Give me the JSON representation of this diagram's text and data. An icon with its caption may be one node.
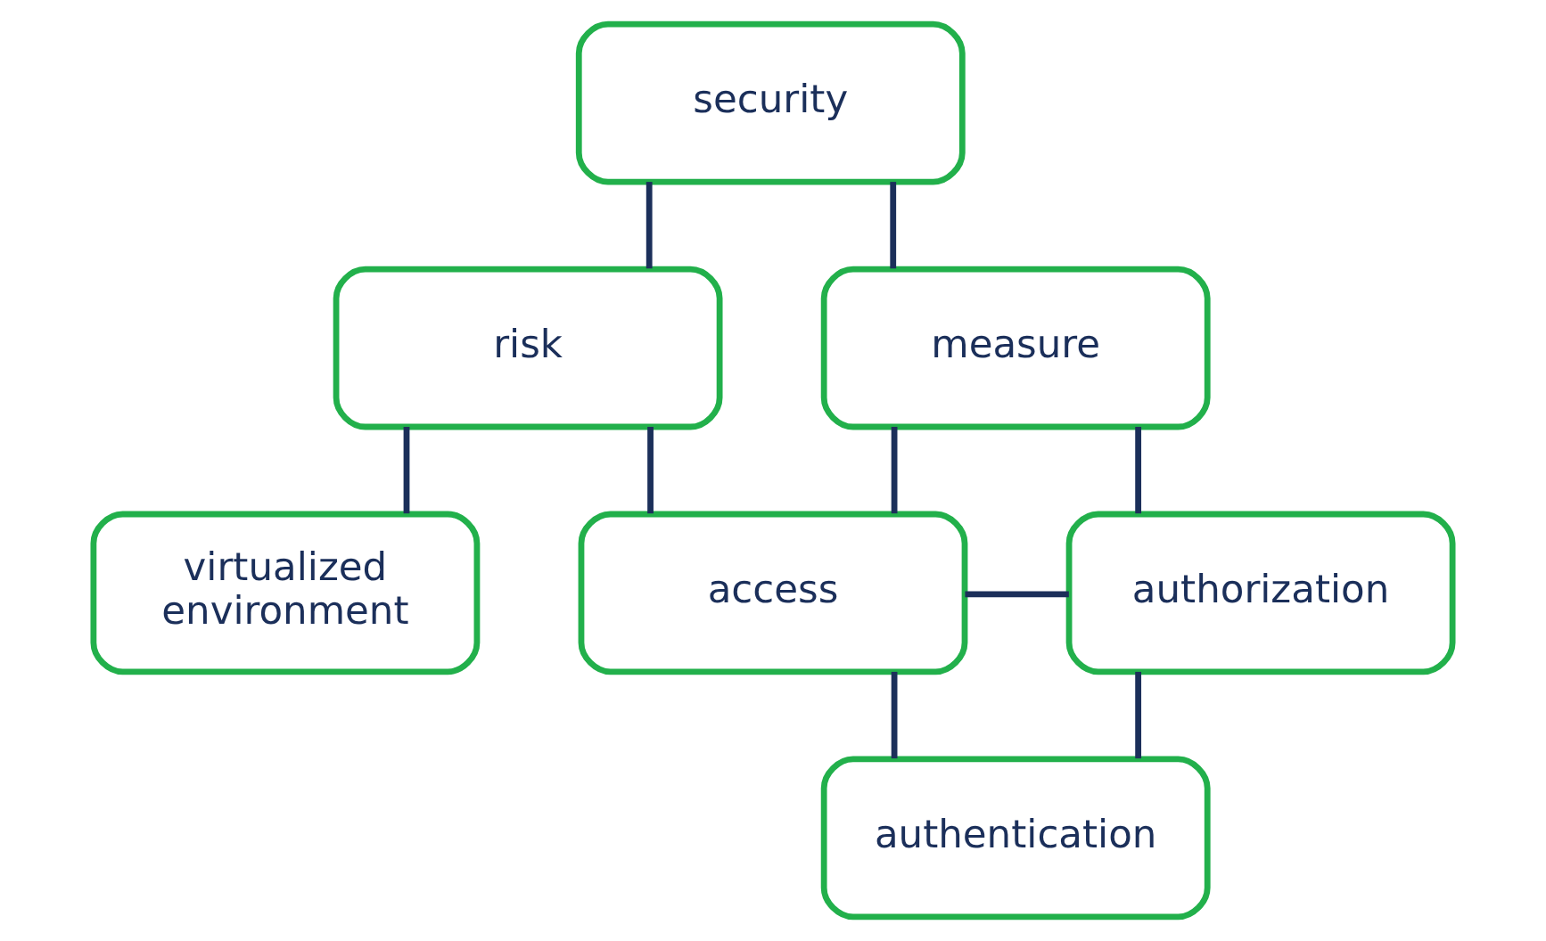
{
  "diagram": {
    "nodes": [
      {
        "text": [
          "security"
        ]
      },
      {
        "text": [
          "risk"
        ]
      },
      {
        "text": [
          "measure"
        ]
      },
      {
        "text": [
          "virtualized environment"
        ]
      },
      {
        "text": [
          "access"
        ]
      },
      {
        "text": [
          "authorization"
        ]
      },
      {
        "text": [
          "authentication"
        ]
      }
    ],
    "edges": [
      {
        "from": 0,
        "to": 1,
        "arrow": "none"
      },
      {
        "from": 0,
        "to": 2,
        "arrow": "none"
      },
      {
        "from": 1,
        "to": 4,
        "arrow": "none"
      },
      {
        "from": 2,
        "to": 4,
        "arrow": "none"
      },
      {
        "from": 1,
        "to": 3,
        "arrow": "none"
      },
      {
        "from": 2,
        "to": 5,
        "arrow": "none"
      },
      {
        "from": 4,
        "to": 5,
        "arrow": "none"
      },
      {
        "from": 4,
        "to": 6,
        "arrow": "none"
      },
      {
        "from": 5,
        "to": 6,
        "arrow": "none"
      }
    ]
  }
}
